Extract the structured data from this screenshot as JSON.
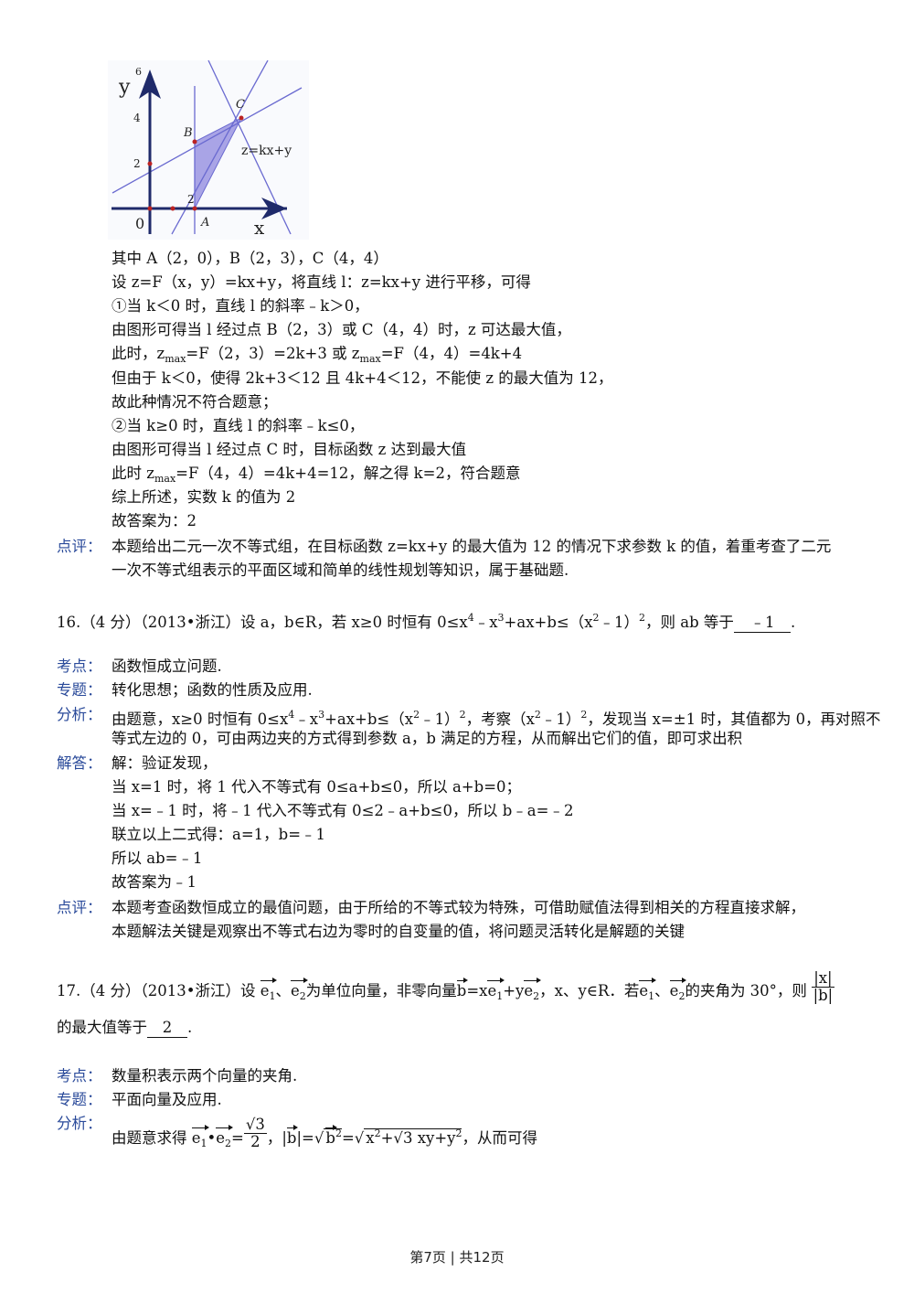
{
  "figure": {
    "y_axis_label": "y",
    "x_axis_label": "x",
    "origin_label": "0",
    "y_tick_6": "6",
    "y_tick_4": "4",
    "y_tick_2": "2",
    "small_tick_2": "2",
    "point_a": "A",
    "point_b": "B",
    "point_c": "C",
    "line_label": "z=kx+y",
    "region_color": "#a9a4e6",
    "line_color": "#6a6ad0",
    "axis_color": "#1f2a6a"
  },
  "p15": {
    "l1": "其中 A（2，0），B（2，3），C（4，4）",
    "l2": "设 z=F（x，y）=kx+y，将直线 l：z=kx+y 进行平移，可得",
    "l3": "①当 k＜0 时，直线 l 的斜率﹣k＞0，",
    "l4": "由图形可得当 l 经过点 B（2，3）或 C（4，4）时，z 可达最大值，",
    "l5a": "此时，z",
    "l5sub": "max",
    "l5b": "=F（2，3）=2k+3 或 z",
    "l5sub2": "max",
    "l5c": "=F（4，4）=4k+4",
    "l6": "但由于 k＜0，使得 2k+3＜12 且 4k+4＜12，不能使 z 的最大值为 12，",
    "l7": "故此种情况不符合题意；",
    "l8": "②当 k≥0 时，直线 l 的斜率﹣k≤0，",
    "l9": "由图形可得当 l 经过点 C 时，目标函数 z 达到最大值",
    "l10a": "此时 z",
    "l10sub": "max",
    "l10b": "=F（4，4）=4k+4=12，解之得 k=2，符合题意",
    "l11": "综上所述，实数 k 的值为 2",
    "l12": "故答案为：2",
    "review_label": "点评：",
    "review1": "本题给出二元一次不等式组，在目标函数 z=kx+y 的最大值为 12 的情况下求参数 k 的值，着重考查了二元",
    "review2": "一次不等式组表示的平面区域和简单的线性规划等知识，属于基础题."
  },
  "q16": {
    "q_a": "16.（4 分）（2013•浙江）设 a，b∈R，若 x≥0 时恒有 0≤x",
    "q_sup1": "4",
    "q_b": "﹣x",
    "q_sup2": "3",
    "q_c": "+ax+b≤（x",
    "q_sup3": "2",
    "q_d": "﹣1）",
    "q_sup4": "2",
    "q_e": "，则 ab 等于",
    "answer": "﹣1",
    "q_end": ".",
    "kaodian_label": "考点：",
    "kaodian": "函数恒成立问题.",
    "zhuanti_label": "专题：",
    "zhuanti": "转化思想；函数的性质及应用.",
    "fenxi_label": "分析：",
    "fx1a": "由题意，x≥0 时恒有 0≤x",
    "fx1s1": "4",
    "fx1b": "﹣x",
    "fx1s2": "3",
    "fx1c": "+ax+b≤（x",
    "fx1s3": "2",
    "fx1d": "﹣1）",
    "fx1s4": "2",
    "fx1e": "，考察（x",
    "fx1s5": "2",
    "fx1f": "﹣1）",
    "fx1s6": "2",
    "fx1g": "，发现当 x=±1 时，其值都为 0，再对照不",
    "fx2": "等式左边的 0，可由两边夹的方式得到参数 a，b 满足的方程，从而解出它们的值，即可求出积",
    "jieda_label": "解答：",
    "jd1": "解：验证发现，",
    "jd2": "当 x=1 时，将 1 代入不等式有 0≤a+b≤0，所以 a+b=0；",
    "jd3": "当 x=﹣1 时，将﹣1 代入不等式有 0≤2﹣a+b≤0，所以 b﹣a=﹣2",
    "jd4": "联立以上二式得：a=1，b=﹣1",
    "jd5": "所以 ab=﹣1",
    "jd6": "故答案为﹣1",
    "review_label": "点评：",
    "rv1": "本题考查函数恒成立的最值问题，由于所给的不等式较为特殊，可借助赋值法得到相关的方程直接求解，",
    "rv2": "本题解法关键是观察出不等式右边为零时的自变量的值，将问题灵活转化是解题的关键"
  },
  "q17": {
    "q_a": "17.（4 分）（2013•浙江）设",
    "e": "e",
    "s1": "1",
    "s2": "2",
    "dun": "、",
    "q_b": "为单位向量，非零向量",
    "b": "b",
    "eq_x": "=x",
    "plus_y": "+y",
    "q_c": "，x、y∈R．若",
    "q_d": "的夹角为 30°，则",
    "frac_num": "|x|",
    "frac_den": "|b|",
    "q2a": "的最大值等于",
    "answer": "2",
    "q2b": ".",
    "kaodian_label": "考点：",
    "kaodian": "数量积表示两个向量的夹角.",
    "zhuanti_label": "专题：",
    "zhuanti": "平面向量及应用.",
    "fenxi_label": "分析：",
    "fx_a": "由题意求得",
    "dot": "•",
    "fx_eq": "=",
    "sqrt3": "√3",
    "two": "2",
    "fx_b": "，|",
    "fx_c": "|=",
    "fx_d": "=",
    "rad_a": "x",
    "rad_sup": "2",
    "rad_b": "+√3 xy+y",
    "rad_sup2": "2",
    "fx_e": "，从而可得",
    "root": "√",
    "sq": "2"
  },
  "footer": {
    "text": "第7页 | 共12页"
  }
}
